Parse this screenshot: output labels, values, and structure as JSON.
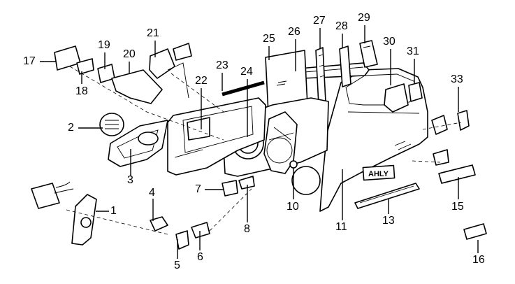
{
  "diagram": {
    "callouts": [
      {
        "id": "c1",
        "text": "1"
      },
      {
        "id": "c2",
        "text": "2"
      },
      {
        "id": "c3",
        "text": "3"
      },
      {
        "id": "c4",
        "text": "4"
      },
      {
        "id": "c5",
        "text": "5"
      },
      {
        "id": "c6",
        "text": "6"
      },
      {
        "id": "c7",
        "text": "7"
      },
      {
        "id": "c8",
        "text": "8"
      },
      {
        "id": "c10",
        "text": "10"
      },
      {
        "id": "c11",
        "text": "11"
      },
      {
        "id": "c13",
        "text": "13"
      },
      {
        "id": "c15",
        "text": "15"
      },
      {
        "id": "c16",
        "text": "16"
      },
      {
        "id": "c17",
        "text": "17"
      },
      {
        "id": "c18",
        "text": "18"
      },
      {
        "id": "c19",
        "text": "19"
      },
      {
        "id": "c20",
        "text": "20"
      },
      {
        "id": "c21",
        "text": "21"
      },
      {
        "id": "c22",
        "text": "22"
      },
      {
        "id": "c23",
        "text": "23"
      },
      {
        "id": "c24",
        "text": "24"
      },
      {
        "id": "c25",
        "text": "25"
      },
      {
        "id": "c26",
        "text": "26"
      },
      {
        "id": "c27",
        "text": "27"
      },
      {
        "id": "c28",
        "text": "28"
      },
      {
        "id": "c29",
        "text": "29"
      },
      {
        "id": "c30",
        "text": "30"
      },
      {
        "id": "c31",
        "text": "31"
      },
      {
        "id": "c33",
        "text": "33"
      }
    ]
  }
}
